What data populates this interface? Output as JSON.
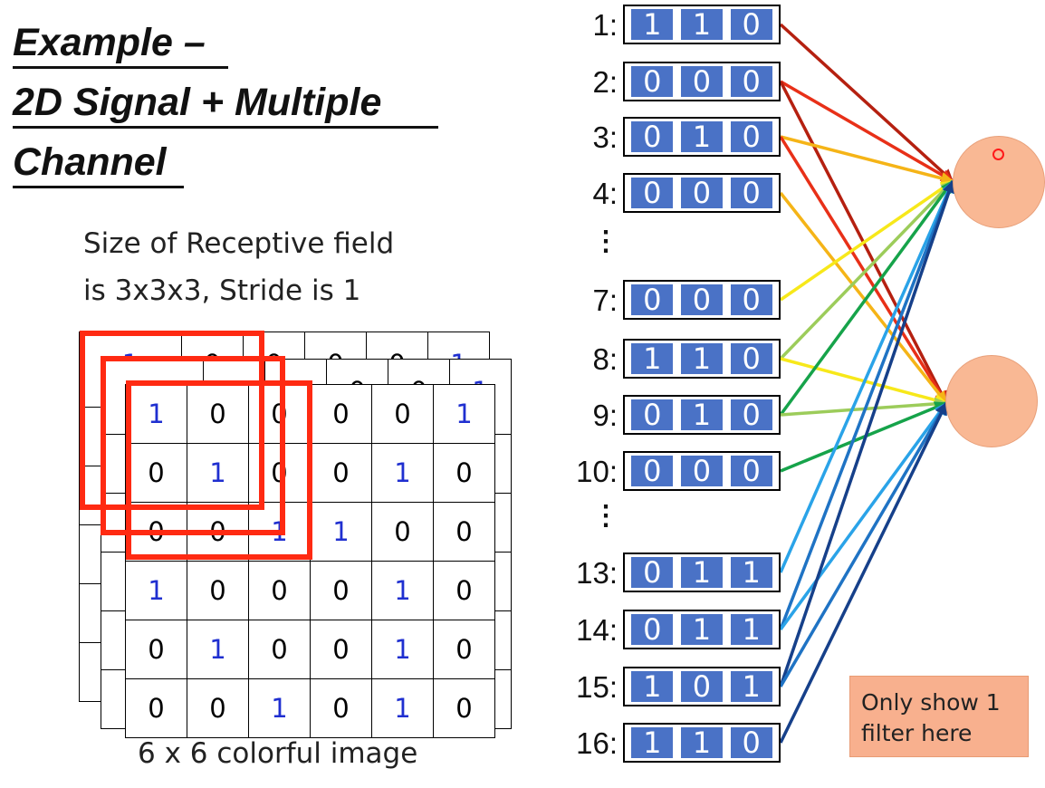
{
  "title": {
    "line1": "Example –",
    "line2": "2D Signal + Multiple",
    "line3": "Channel"
  },
  "receptive_field": {
    "line1": "Size of Receptive field",
    "line2": "is 3x3x3, Stride is 1"
  },
  "image_caption": "6 x 6 colorful image",
  "image_grid": [
    [
      "1",
      "0",
      "0",
      "0",
      "0",
      "1"
    ],
    [
      "0",
      "1",
      "0",
      "0",
      "1",
      "0"
    ],
    [
      "0",
      "0",
      "1",
      "1",
      "0",
      "0"
    ],
    [
      "1",
      "0",
      "0",
      "0",
      "1",
      "0"
    ],
    [
      "0",
      "1",
      "0",
      "0",
      "1",
      "0"
    ],
    [
      "0",
      "0",
      "1",
      "0",
      "1",
      "0"
    ]
  ],
  "back_layer_visible": [
    [
      "1",
      "0",
      "0",
      "0",
      "0",
      "1"
    ],
    [
      "1",
      "0",
      "0",
      "0",
      "0",
      "1"
    ]
  ],
  "back_layer_edge_visible": [
    "0",
    "0",
    "0",
    "0",
    "0"
  ],
  "inputs": [
    {
      "label": "1:",
      "values": [
        "1",
        "1",
        "0"
      ]
    },
    {
      "label": "2:",
      "values": [
        "0",
        "0",
        "0"
      ]
    },
    {
      "label": "3:",
      "values": [
        "0",
        "1",
        "0"
      ]
    },
    {
      "label": "4:",
      "values": [
        "0",
        "0",
        "0"
      ]
    },
    {
      "label": "7:",
      "values": [
        "0",
        "0",
        "0"
      ]
    },
    {
      "label": "8:",
      "values": [
        "1",
        "1",
        "0"
      ]
    },
    {
      "label": "9:",
      "values": [
        "0",
        "1",
        "0"
      ]
    },
    {
      "label": "10:",
      "values": [
        "0",
        "0",
        "0"
      ]
    },
    {
      "label": "13:",
      "values": [
        "0",
        "1",
        "1"
      ]
    },
    {
      "label": "14:",
      "values": [
        "0",
        "1",
        "1"
      ]
    },
    {
      "label": "15:",
      "values": [
        "1",
        "0",
        "1"
      ]
    },
    {
      "label": "16:",
      "values": [
        "1",
        "1",
        "0"
      ]
    }
  ],
  "ellipsis": [
    "⋮",
    "⋮"
  ],
  "note": {
    "line1": "Only show 1",
    "line2": "filter here"
  },
  "colors": {
    "receptive_box": "#ff2a12",
    "vector_fill": "#4a72c6",
    "neuron_fill": "#f9b894",
    "note_fill": "#f8b08e",
    "one_digit": "#1f2fd0"
  },
  "connections": [
    {
      "from": "1:",
      "to": "neuron-1",
      "color": "#b52010"
    },
    {
      "from": "2:",
      "to": "neuron-1",
      "color": "#e83018"
    },
    {
      "from": "2:",
      "to": "neuron-2",
      "color": "#b52010"
    },
    {
      "from": "3:",
      "to": "neuron-1",
      "color": "#f5b417"
    },
    {
      "from": "3:",
      "to": "neuron-2",
      "color": "#e83018"
    },
    {
      "from": "4:",
      "to": "neuron-2",
      "color": "#f5b417"
    },
    {
      "from": "7:",
      "to": "neuron-1",
      "color": "#f7e81a"
    },
    {
      "from": "8:",
      "to": "neuron-1",
      "color": "#9ccc5a"
    },
    {
      "from": "8:",
      "to": "neuron-2",
      "color": "#f7e81a"
    },
    {
      "from": "9:",
      "to": "neuron-1",
      "color": "#16a34a"
    },
    {
      "from": "9:",
      "to": "neuron-2",
      "color": "#9ccc5a"
    },
    {
      "from": "10:",
      "to": "neuron-2",
      "color": "#16a34a"
    },
    {
      "from": "13:",
      "to": "neuron-1",
      "color": "#2aa3e8"
    },
    {
      "from": "14:",
      "to": "neuron-1",
      "color": "#1f73c4"
    },
    {
      "from": "14:",
      "to": "neuron-2",
      "color": "#2aa3e8"
    },
    {
      "from": "15:",
      "to": "neuron-1",
      "color": "#16408a"
    },
    {
      "from": "15:",
      "to": "neuron-2",
      "color": "#1f73c4"
    },
    {
      "from": "16:",
      "to": "neuron-2",
      "color": "#16408a"
    }
  ]
}
